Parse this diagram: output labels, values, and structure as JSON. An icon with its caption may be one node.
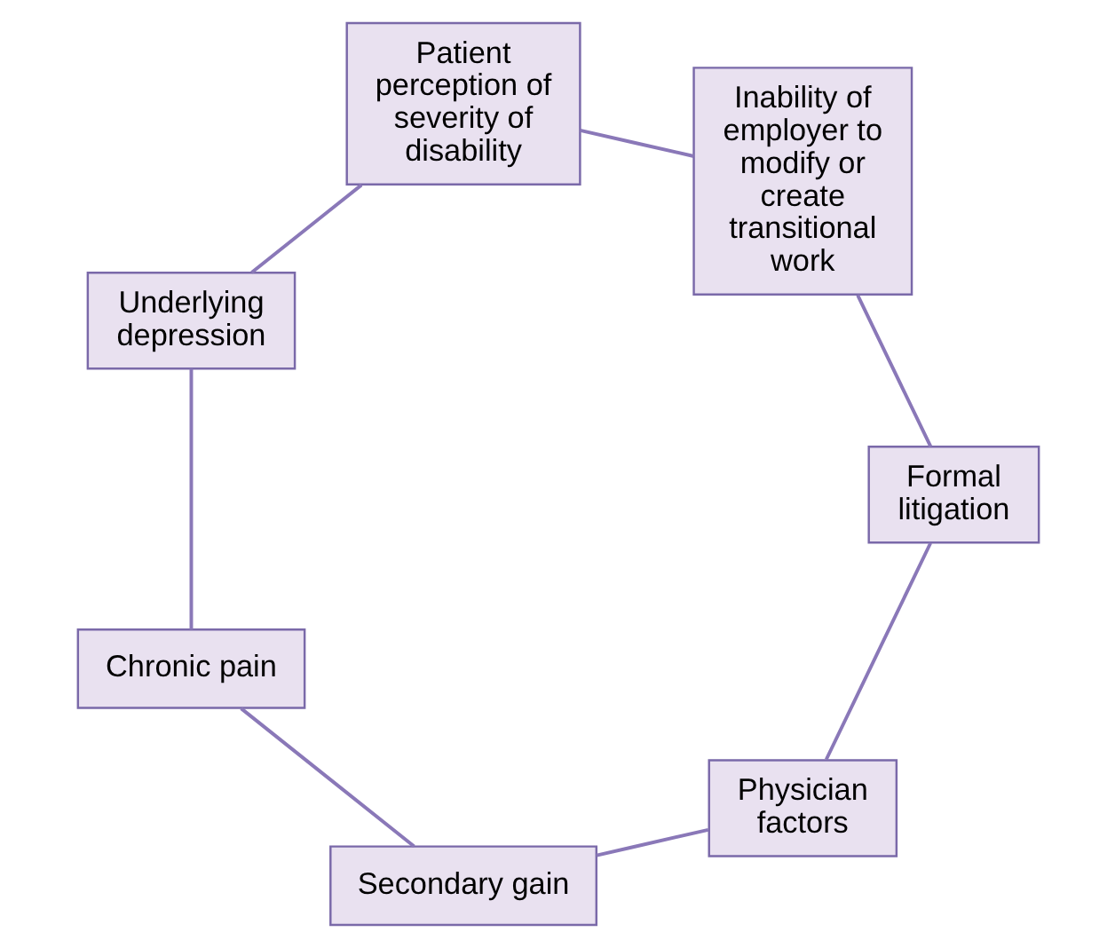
{
  "diagram": {
    "nodes": [
      {
        "text": [
          "Physician factors"
        ]
      },
      {
        "text": [
          "Secondary gain"
        ]
      },
      {
        "text": [
          "Chronic pain"
        ]
      },
      {
        "text": [
          "Underlying depression"
        ]
      },
      {
        "text": [
          "Patient perception of severity of disability"
        ]
      },
      {
        "text": [
          "Inability of employer to modify or create transitional work"
        ]
      },
      {
        "text": [
          "Formal litigation"
        ]
      }
    ],
    "edges": [
      {
        "from": 0,
        "to": 1,
        "arrow": "none"
      },
      {
        "from": 1,
        "to": 2,
        "arrow": "none"
      },
      {
        "from": 2,
        "to": 3,
        "arrow": "none"
      },
      {
        "from": 3,
        "to": 4,
        "arrow": "none"
      },
      {
        "from": 4,
        "to": 5,
        "arrow": "none"
      },
      {
        "from": 5,
        "to": 6,
        "arrow": "none"
      },
      {
        "from": 6,
        "to": 0,
        "arrow": "none"
      }
    ]
  }
}
